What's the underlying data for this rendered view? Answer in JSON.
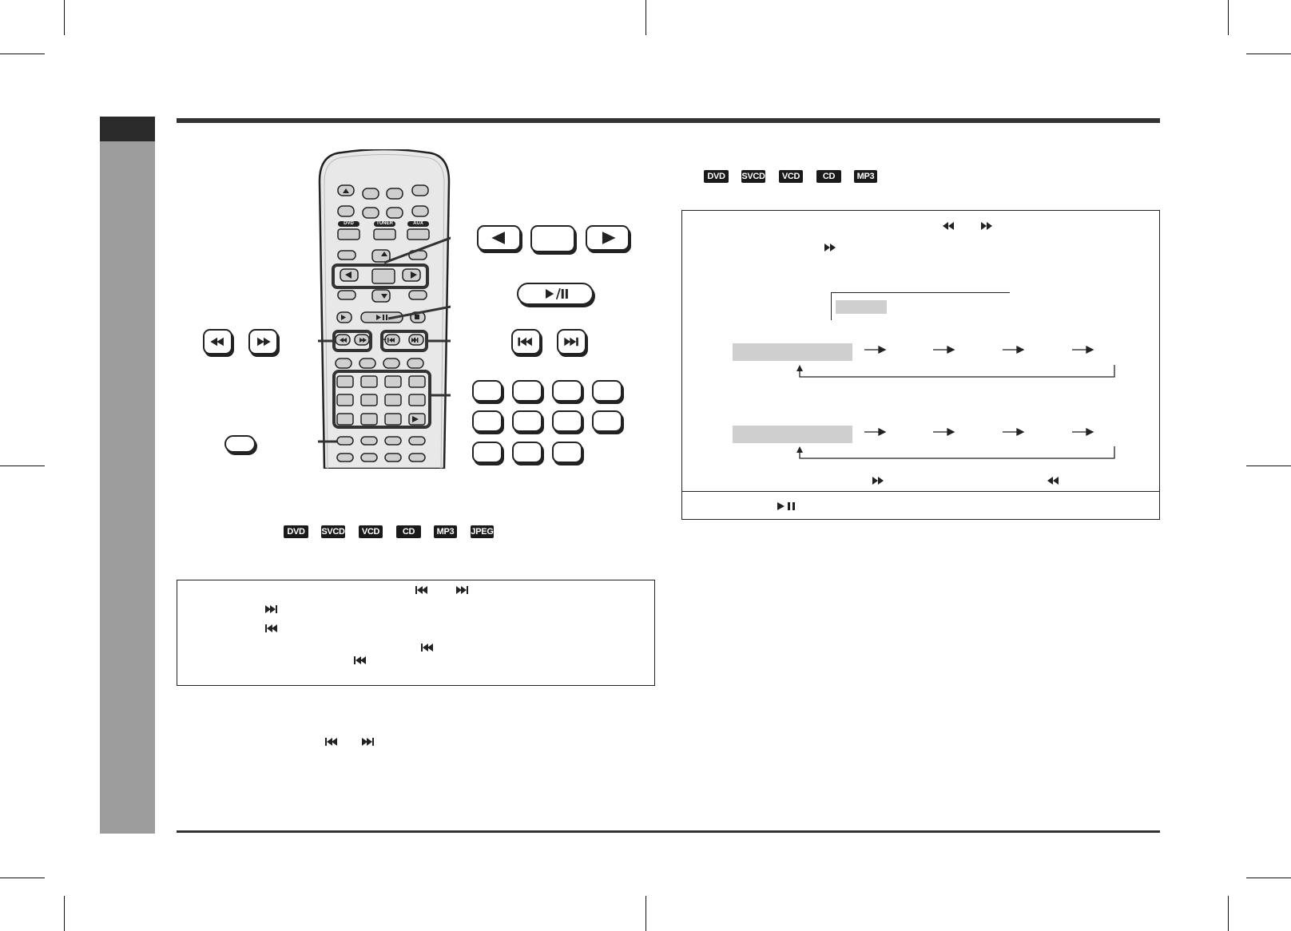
{
  "page": {
    "colors": {
      "sidebar": "#9d9d9d",
      "sidebar_tab": "#2a2a2a",
      "rule": "#333333",
      "badge_bg": "#1a1a1a",
      "grey_fill": "#cfcfcf"
    }
  },
  "remote": {
    "source_labels": [
      "DVD",
      "TUNER",
      "AUX"
    ],
    "play_pause_label": "►/II"
  },
  "skip_section": {
    "badges": [
      "DVD",
      "SVCD",
      "VCD",
      "CD",
      "MP3",
      "JPEG"
    ]
  },
  "search_section": {
    "badges": [
      "DVD",
      "SVCD",
      "VCD",
      "CD",
      "MP3"
    ]
  },
  "icons": {
    "rewind": "rewind-icon",
    "fast_forward": "fast-forward-icon",
    "skip_back": "skip-back-icon",
    "skip_forward": "skip-forward-icon",
    "play": "play-icon",
    "play_pause": "play-pause-icon",
    "left": "left-arrow-icon",
    "right": "right-arrow-icon"
  }
}
